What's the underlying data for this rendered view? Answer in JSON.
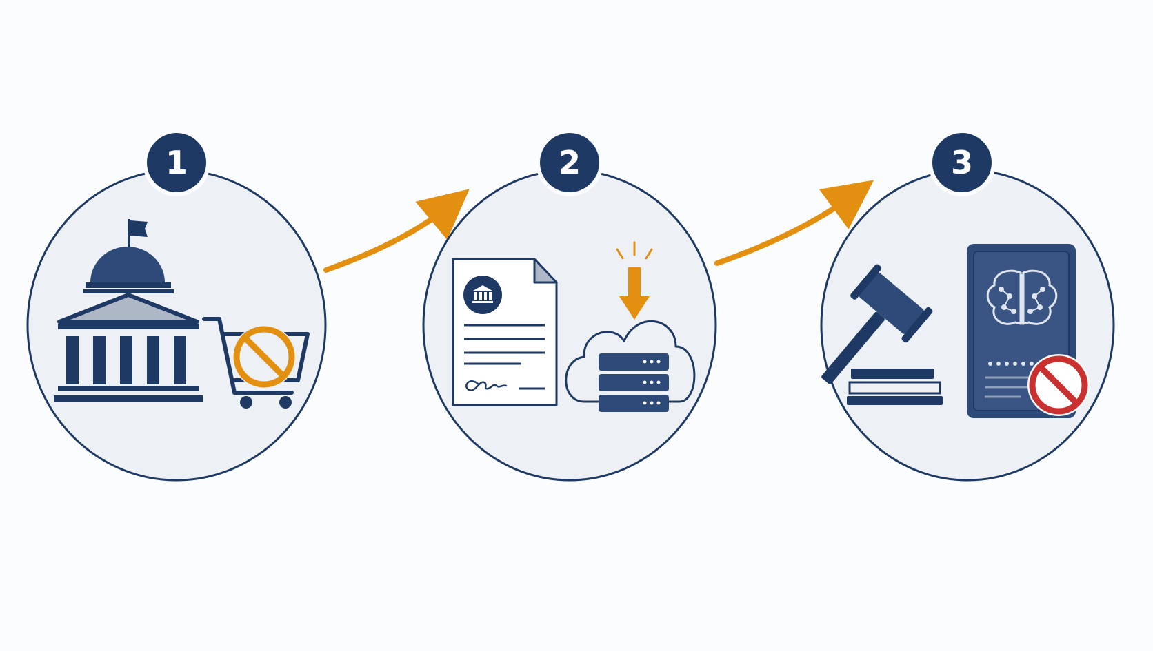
{
  "colors": {
    "background": "#fbfcfd",
    "navy": "#1e3a64",
    "navy_mid": "#2d4a78",
    "circle_fill": "#edf1f6",
    "accent_orange": "#e38f10",
    "prohibit_red": "#c8312f",
    "light_gray": "#aeb7c6"
  },
  "steps": [
    {
      "number": "1",
      "icons": [
        "government-building-icon",
        "shopping-cart-icon",
        "prohibited-icon"
      ]
    },
    {
      "number": "2",
      "icons": [
        "document-icon",
        "government-seal-icon",
        "signature-icon",
        "download-arrow-icon",
        "cloud-icon",
        "server-icon"
      ]
    },
    {
      "number": "3",
      "icons": [
        "gavel-icon",
        "ai-device-icon",
        "brain-icon",
        "prohibited-icon"
      ]
    }
  ],
  "connectors": [
    "arrow-right-icon",
    "arrow-right-icon"
  ]
}
